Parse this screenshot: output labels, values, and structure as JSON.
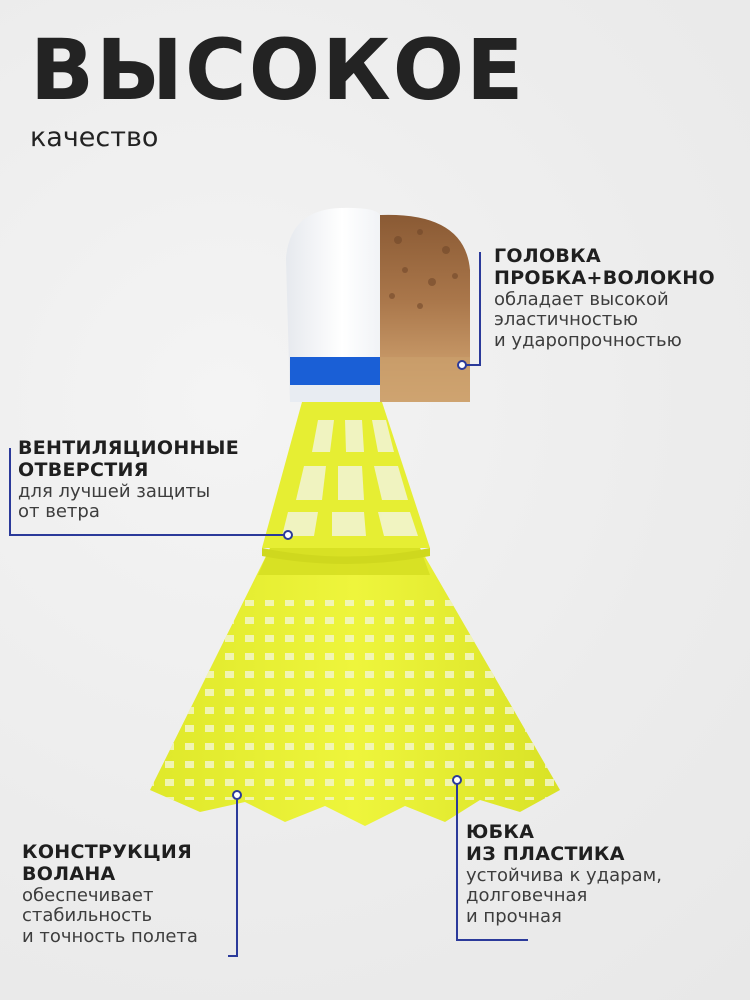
{
  "title": "ВЫСОКОЕ",
  "subtitle": "качество",
  "colors": {
    "accent_line": "#2b3a9a",
    "skirt_yellow": "#e8f030",
    "band_blue": "#1a5fd6",
    "cork": "#b07a4a"
  },
  "callouts": {
    "head": {
      "heading": [
        "ГОЛОВКА",
        "ПРОБКА+ВОЛОКНО"
      ],
      "description": [
        "обладает высокой",
        "эластичностью",
        "и ударопрочностью"
      ]
    },
    "vents": {
      "heading": [
        "ВЕНТИЛЯЦИОННЫЕ",
        "ОТВЕРСТИЯ"
      ],
      "description": [
        "для лучшей защиты",
        "от ветра"
      ]
    },
    "construction": {
      "heading": [
        "КОНСТРУКЦИЯ",
        "ВОЛАНА"
      ],
      "description": [
        "обеспечивает",
        "стабильность",
        "и точность полета"
      ]
    },
    "skirt": {
      "heading": [
        "ЮБКА",
        "ИЗ ПЛАСТИКА"
      ],
      "description": [
        "устойчива к ударам,",
        "долговечная",
        "и прочная"
      ]
    }
  }
}
